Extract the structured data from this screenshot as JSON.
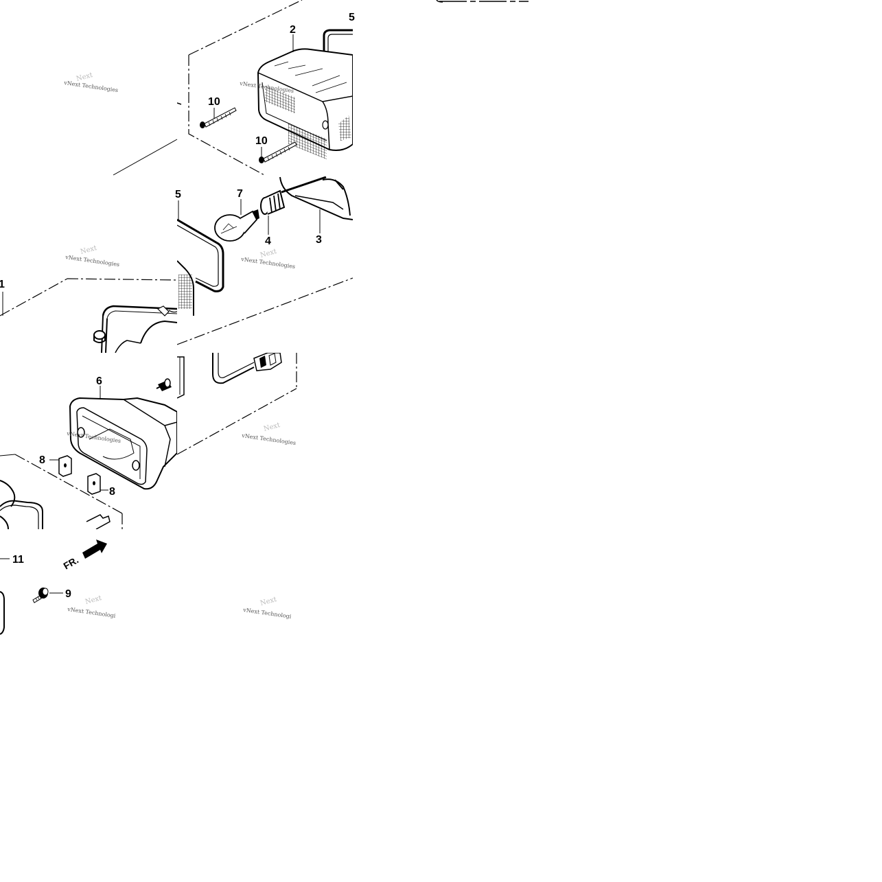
{
  "diagram": {
    "watermark": "vNext Technologies",
    "watermark_cut": "vNext Technologi",
    "watermark_back": "Next",
    "direction_label": "FR.",
    "callouts": {
      "c1": "1",
      "c2": "2",
      "c3": "3",
      "c4": "4",
      "c5a": "5",
      "c5b": "5",
      "c6": "6",
      "c7": "7",
      "c8a": "8",
      "c8b": "8",
      "c9": "9",
      "c10a": "10",
      "c10b": "10",
      "c11": "11"
    }
  }
}
